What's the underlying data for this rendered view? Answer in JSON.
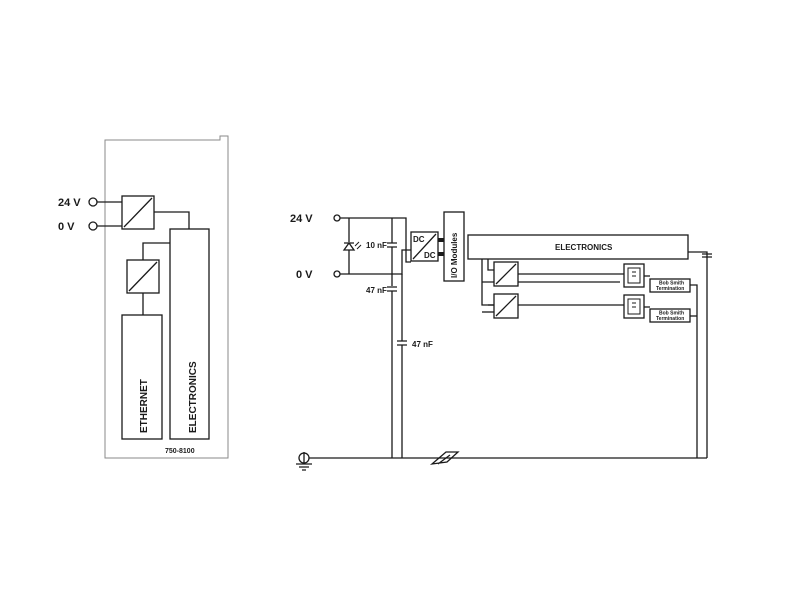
{
  "left": {
    "v24": "24 V",
    "v0": "0 V",
    "ethernet": "ETHERNET",
    "electronics": "ELECTRONICS",
    "part_number": "750-8100"
  },
  "right": {
    "v24": "24 V",
    "v0": "0 V",
    "cap_10nf": "10 nF",
    "cap_47nf_a": "47 nF",
    "cap_47nf_b": "47 nF",
    "dc_top": "DC",
    "dc_bottom": "DC",
    "io_modules": "I/O Modules",
    "electronics": "ELECTRONICS",
    "bob_smith_1_line1": "Bob Smith",
    "bob_smith_1_line2": "Termination",
    "bob_smith_2_line1": "Bob Smith",
    "bob_smith_2_line2": "Termination"
  }
}
